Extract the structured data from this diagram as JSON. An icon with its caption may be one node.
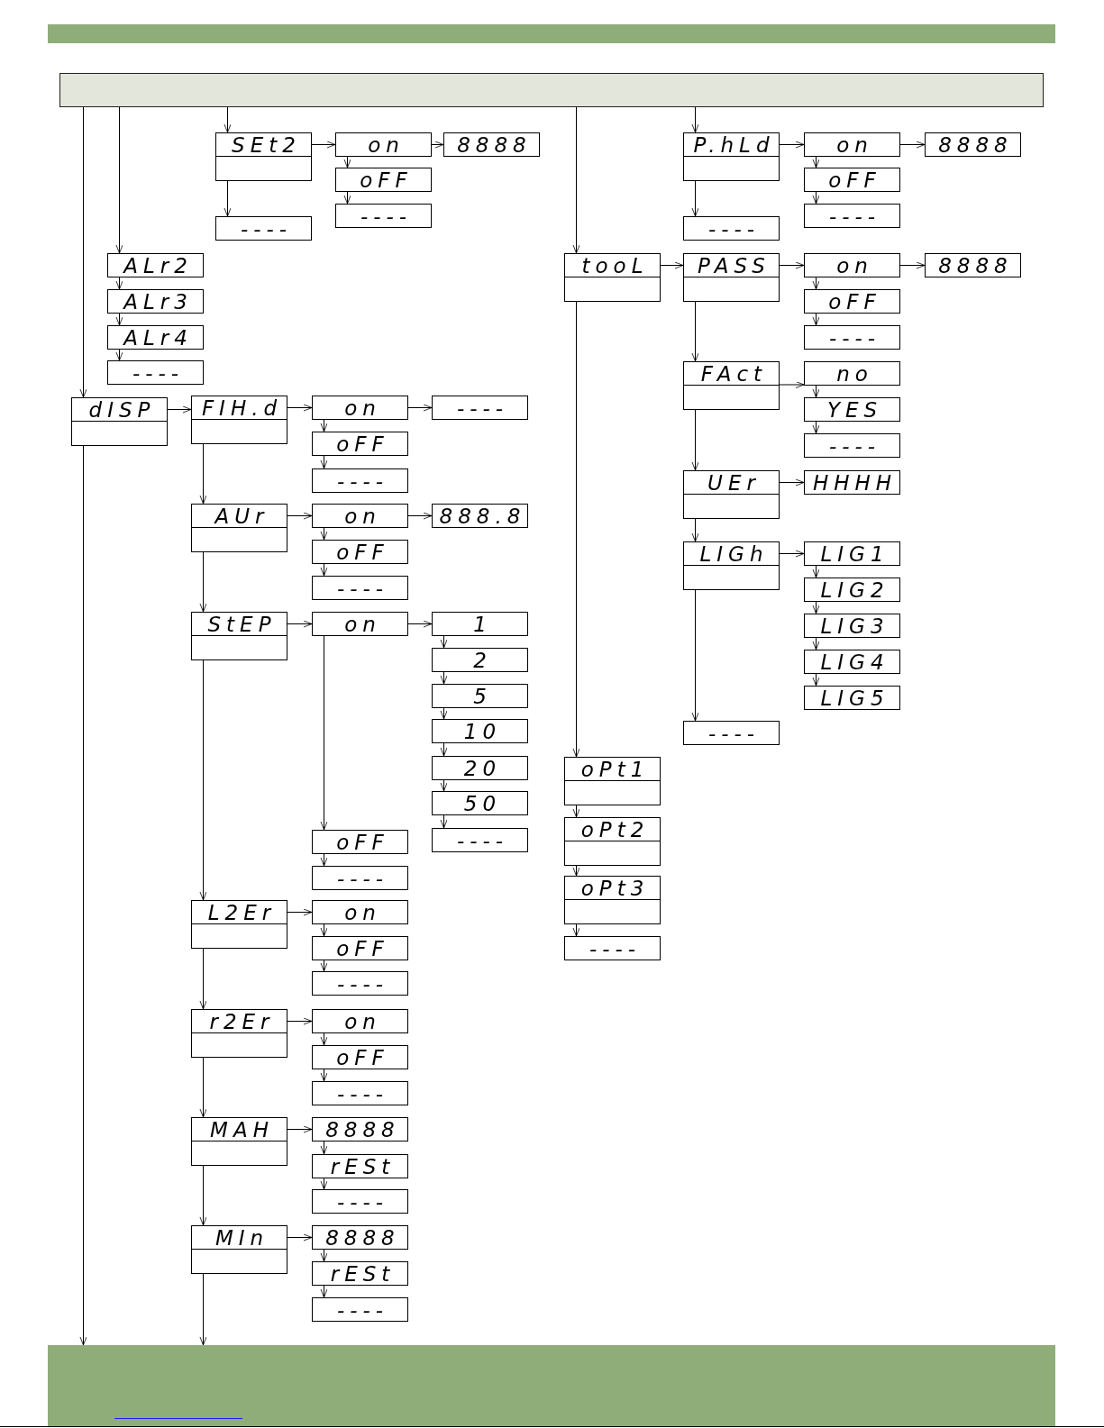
{
  "diagram": {
    "nodes": [
      {
        "text": [],
        "shape": "bar"
      },
      {
        "text": [
          "SEt2"
        ]
      },
      {
        "text": [
          "on"
        ]
      },
      {
        "text": [
          "8888"
        ]
      },
      {
        "text": [
          "oFF"
        ]
      },
      {
        "text": [
          "----"
        ]
      },
      {
        "text": [
          "----"
        ]
      },
      {
        "text": [
          "ALr2"
        ]
      },
      {
        "text": [
          "ALr3"
        ]
      },
      {
        "text": [
          "ALr4"
        ]
      },
      {
        "text": [
          "----"
        ]
      },
      {
        "text": [
          "dISP"
        ]
      },
      {
        "text": [
          "FIH.d"
        ]
      },
      {
        "text": [
          "on"
        ]
      },
      {
        "text": [
          "----"
        ]
      },
      {
        "text": [
          "oFF"
        ]
      },
      {
        "text": [
          "----"
        ]
      },
      {
        "text": [
          "AUr"
        ]
      },
      {
        "text": [
          "on"
        ]
      },
      {
        "text": [
          "888.8"
        ]
      },
      {
        "text": [
          "oFF"
        ]
      },
      {
        "text": [
          "----"
        ]
      },
      {
        "text": [
          "StEP"
        ]
      },
      {
        "text": [
          "on"
        ]
      },
      {
        "text": [
          "1"
        ]
      },
      {
        "text": [
          "2"
        ]
      },
      {
        "text": [
          "5"
        ]
      },
      {
        "text": [
          "10"
        ]
      },
      {
        "text": [
          "20"
        ]
      },
      {
        "text": [
          "50"
        ]
      },
      {
        "text": [
          "----"
        ]
      },
      {
        "text": [
          "oFF"
        ]
      },
      {
        "text": [
          "----"
        ]
      },
      {
        "text": [
          "L2Er"
        ]
      },
      {
        "text": [
          "on"
        ]
      },
      {
        "text": [
          "oFF"
        ]
      },
      {
        "text": [
          "----"
        ]
      },
      {
        "text": [
          "r2Er"
        ]
      },
      {
        "text": [
          "on"
        ]
      },
      {
        "text": [
          "oFF"
        ]
      },
      {
        "text": [
          "----"
        ]
      },
      {
        "text": [
          "MAH"
        ]
      },
      {
        "text": [
          "8888"
        ]
      },
      {
        "text": [
          "rESt"
        ]
      },
      {
        "text": [
          "----"
        ]
      },
      {
        "text": [
          "MIn"
        ]
      },
      {
        "text": [
          "8888"
        ]
      },
      {
        "text": [
          "rESt"
        ]
      },
      {
        "text": [
          "----"
        ]
      },
      {
        "text": [
          "P.hLd"
        ]
      },
      {
        "text": [
          "on"
        ]
      },
      {
        "text": [
          "8888"
        ]
      },
      {
        "text": [
          "oFF"
        ]
      },
      {
        "text": [
          "----"
        ]
      },
      {
        "text": [
          "----"
        ]
      },
      {
        "text": [
          "tooL"
        ]
      },
      {
        "text": [
          "PASS"
        ]
      },
      {
        "text": [
          "on"
        ]
      },
      {
        "text": [
          "8888"
        ]
      },
      {
        "text": [
          "oFF"
        ]
      },
      {
        "text": [
          "----"
        ]
      },
      {
        "text": [
          "FAct"
        ]
      },
      {
        "text": [
          "no"
        ]
      },
      {
        "text": [
          "YES"
        ]
      },
      {
        "text": [
          "----"
        ]
      },
      {
        "text": [
          "UEr"
        ]
      },
      {
        "text": [
          "HHHH"
        ]
      },
      {
        "text": [
          "LIGh"
        ]
      },
      {
        "text": [
          "LIG1"
        ]
      },
      {
        "text": [
          "LIG2"
        ]
      },
      {
        "text": [
          "LIG3"
        ]
      },
      {
        "text": [
          "LIG4"
        ]
      },
      {
        "text": [
          "LIG5"
        ]
      },
      {
        "text": [
          "----"
        ]
      },
      {
        "text": [
          "oPt1"
        ]
      },
      {
        "text": [
          "oPt2"
        ]
      },
      {
        "text": [
          "oPt3"
        ]
      },
      {
        "text": [
          "----"
        ]
      },
      {
        "text": [],
        "shape": "bar"
      }
    ],
    "edges": [
      {
        "from": 0,
        "to": 1,
        "arrow": "to"
      },
      {
        "from": 1,
        "to": 2,
        "arrow": "to"
      },
      {
        "from": 2,
        "to": 3,
        "arrow": "to"
      },
      {
        "from": 2,
        "to": 4,
        "arrow": "to"
      },
      {
        "from": 4,
        "to": 5,
        "arrow": "to"
      },
      {
        "from": 1,
        "to": 6,
        "arrow": "to"
      },
      {
        "from": 0,
        "to": 7,
        "arrow": "to"
      },
      {
        "from": 7,
        "to": 8,
        "arrow": "to"
      },
      {
        "from": 8,
        "to": 9,
        "arrow": "to"
      },
      {
        "from": 9,
        "to": 10,
        "arrow": "to"
      },
      {
        "from": 0,
        "to": 11,
        "arrow": "to"
      },
      {
        "from": 11,
        "to": 12,
        "arrow": "to"
      },
      {
        "from": 12,
        "to": 13,
        "arrow": "to"
      },
      {
        "from": 13,
        "to": 14,
        "arrow": "to"
      },
      {
        "from": 13,
        "to": 15,
        "arrow": "to"
      },
      {
        "from": 15,
        "to": 16,
        "arrow": "to"
      },
      {
        "from": 12,
        "to": 17,
        "arrow": "to"
      },
      {
        "from": 17,
        "to": 18,
        "arrow": "to"
      },
      {
        "from": 18,
        "to": 19,
        "arrow": "to"
      },
      {
        "from": 18,
        "to": 20,
        "arrow": "to"
      },
      {
        "from": 20,
        "to": 21,
        "arrow": "to"
      },
      {
        "from": 17,
        "to": 22,
        "arrow": "to"
      },
      {
        "from": 22,
        "to": 23,
        "arrow": "to"
      },
      {
        "from": 23,
        "to": 24,
        "arrow": "to"
      },
      {
        "from": 24,
        "to": 25,
        "arrow": "to"
      },
      {
        "from": 25,
        "to": 26,
        "arrow": "to"
      },
      {
        "from": 26,
        "to": 27,
        "arrow": "to"
      },
      {
        "from": 27,
        "to": 28,
        "arrow": "to"
      },
      {
        "from": 28,
        "to": 29,
        "arrow": "to"
      },
      {
        "from": 29,
        "to": 30,
        "arrow": "to"
      },
      {
        "from": 23,
        "to": 31,
        "arrow": "to"
      },
      {
        "from": 31,
        "to": 32,
        "arrow": "to"
      },
      {
        "from": 22,
        "to": 33,
        "arrow": "to"
      },
      {
        "from": 33,
        "to": 34,
        "arrow": "to"
      },
      {
        "from": 34,
        "to": 35,
        "arrow": "to"
      },
      {
        "from": 35,
        "to": 36,
        "arrow": "to"
      },
      {
        "from": 33,
        "to": 37,
        "arrow": "to"
      },
      {
        "from": 37,
        "to": 38,
        "arrow": "to"
      },
      {
        "from": 38,
        "to": 39,
        "arrow": "to"
      },
      {
        "from": 39,
        "to": 40,
        "arrow": "to"
      },
      {
        "from": 37,
        "to": 41,
        "arrow": "to"
      },
      {
        "from": 41,
        "to": 42,
        "arrow": "to"
      },
      {
        "from": 42,
        "to": 43,
        "arrow": "to"
      },
      {
        "from": 43,
        "to": 44,
        "arrow": "to"
      },
      {
        "from": 41,
        "to": 45,
        "arrow": "to"
      },
      {
        "from": 45,
        "to": 46,
        "arrow": "to"
      },
      {
        "from": 46,
        "to": 47,
        "arrow": "to"
      },
      {
        "from": 47,
        "to": 48,
        "arrow": "to"
      },
      {
        "from": 45,
        "to": 78,
        "arrow": "to"
      },
      {
        "from": 11,
        "to": 78,
        "arrow": "to"
      },
      {
        "from": 0,
        "to": 49,
        "arrow": "to"
      },
      {
        "from": 49,
        "to": 50,
        "arrow": "to"
      },
      {
        "from": 50,
        "to": 51,
        "arrow": "to"
      },
      {
        "from": 50,
        "to": 52,
        "arrow": "to"
      },
      {
        "from": 52,
        "to": 53,
        "arrow": "to"
      },
      {
        "from": 49,
        "to": 54,
        "arrow": "to"
      },
      {
        "from": 0,
        "to": 55,
        "arrow": "to"
      },
      {
        "from": 55,
        "to": 56,
        "arrow": "to"
      },
      {
        "from": 56,
        "to": 57,
        "arrow": "to"
      },
      {
        "from": 57,
        "to": 58,
        "arrow": "to"
      },
      {
        "from": 57,
        "to": 59,
        "arrow": "to"
      },
      {
        "from": 59,
        "to": 60,
        "arrow": "to"
      },
      {
        "from": 56,
        "to": 61,
        "arrow": "to"
      },
      {
        "from": 61,
        "to": 62,
        "arrow": "to"
      },
      {
        "from": 62,
        "to": 63,
        "arrow": "to"
      },
      {
        "from": 63,
        "to": 64,
        "arrow": "to"
      },
      {
        "from": 61,
        "to": 65,
        "arrow": "to"
      },
      {
        "from": 65,
        "to": 66,
        "arrow": "to"
      },
      {
        "from": 65,
        "to": 67,
        "arrow": "to"
      },
      {
        "from": 67,
        "to": 68,
        "arrow": "to"
      },
      {
        "from": 68,
        "to": 69,
        "arrow": "to"
      },
      {
        "from": 69,
        "to": 70,
        "arrow": "to"
      },
      {
        "from": 70,
        "to": 71,
        "arrow": "to"
      },
      {
        "from": 71,
        "to": 72,
        "arrow": "to"
      },
      {
        "from": 67,
        "to": 73,
        "arrow": "to"
      },
      {
        "from": 55,
        "to": 74,
        "arrow": "to"
      },
      {
        "from": 74,
        "to": 75,
        "arrow": "to"
      },
      {
        "from": 75,
        "to": 76,
        "arrow": "to"
      },
      {
        "from": 76,
        "to": 77,
        "arrow": "to"
      }
    ]
  }
}
